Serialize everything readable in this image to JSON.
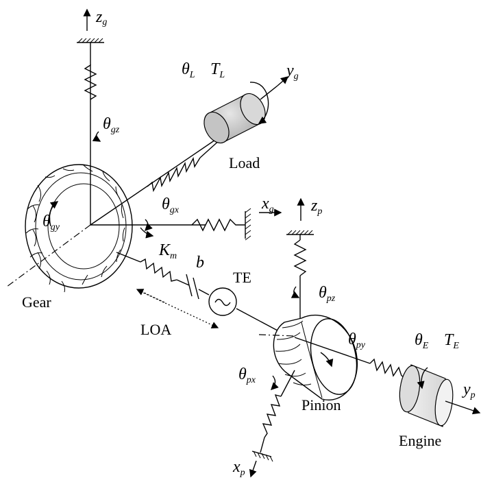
{
  "labels": {
    "zg": {
      "sym": "z",
      "sub": "g"
    },
    "zp": {
      "sym": "z",
      "sub": "p"
    },
    "yg": {
      "sym": "y",
      "sub": "g"
    },
    "yp": {
      "sym": "y",
      "sub": "p"
    },
    "xg": {
      "sym": "x",
      "sub": "g"
    },
    "xp": {
      "sym": "x",
      "sub": "p"
    },
    "theta_L": {
      "sym": "θ",
      "sub": "L"
    },
    "T_L": {
      "sym": "T",
      "sub": "L"
    },
    "theta_gz": {
      "sym": "θ",
      "sub": "gz"
    },
    "theta_gy": {
      "sym": "θ",
      "sub": "gy"
    },
    "theta_gx": {
      "sym": "θ",
      "sub": "gx"
    },
    "theta_pz": {
      "sym": "θ",
      "sub": "pz"
    },
    "theta_py": {
      "sym": "θ",
      "sub": "py"
    },
    "theta_px": {
      "sym": "θ",
      "sub": "px"
    },
    "theta_E": {
      "sym": "θ",
      "sub": "E"
    },
    "T_E": {
      "sym": "T",
      "sub": "E"
    },
    "K_m": {
      "sym": "K",
      "sub": "m"
    },
    "b": "b",
    "TE": "TE",
    "LOA": "LOA",
    "load": "Load",
    "gear": "Gear",
    "pinion": "Pinion",
    "engine": "Engine"
  }
}
